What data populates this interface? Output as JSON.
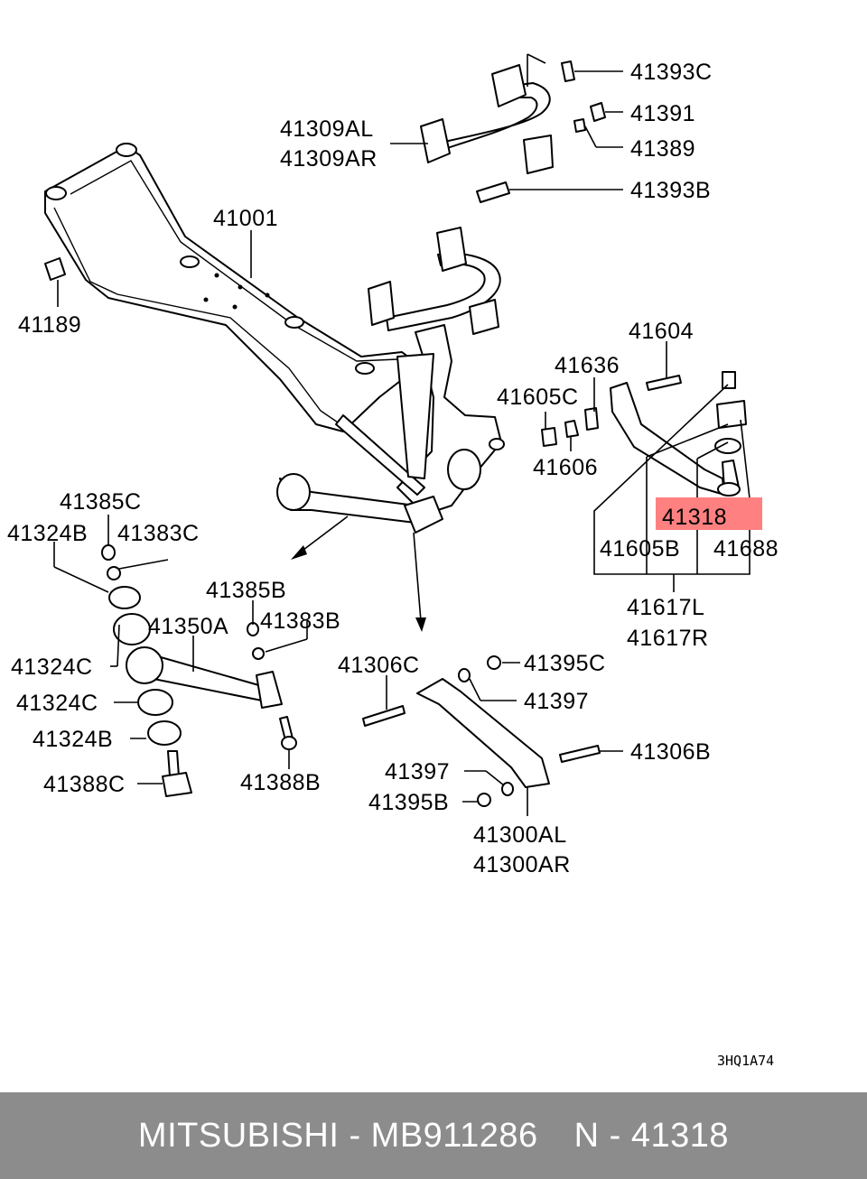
{
  "diagram": {
    "labels": {
      "p41393C": "41393C",
      "p41391": "41391",
      "p41389": "41389",
      "p41309AL": "41309AL",
      "p41309AR": "41309AR",
      "p41393B": "41393B",
      "p41001": "41001",
      "p41189": "41189",
      "p41604": "41604",
      "p41636": "41636",
      "p41605C": "41605C",
      "p41606": "41606",
      "p41318": "41318",
      "p41605B": "41605B",
      "p41688": "41688",
      "p41617L": "41617L",
      "p41617R": "41617R",
      "p41385C": "41385C",
      "p41324B_top": "41324B",
      "p41383C": "41383C",
      "p41385B": "41385B",
      "p41350A": "41350A",
      "p41383B": "41383B",
      "p41324C_top": "41324C",
      "p41324C_bottom": "41324C",
      "p41324B_bottom": "41324B",
      "p41388C": "41388C",
      "p41388B": "41388B",
      "p41306C": "41306C",
      "p41395C": "41395C",
      "p41397_top": "41397",
      "p41306B": "41306B",
      "p41397_bottom": "41397",
      "p41395B": "41395B",
      "p41300AL": "41300AL",
      "p41300AR": "41300AR"
    },
    "highlight_color": "#ff8080",
    "drawing_code": "3HQ1A74"
  },
  "footer": {
    "brand": "MITSUBISHI",
    "dash1": "-",
    "part_number": "MB911286",
    "index_letter": "N",
    "dash2": "-",
    "ref_number": "41318"
  }
}
